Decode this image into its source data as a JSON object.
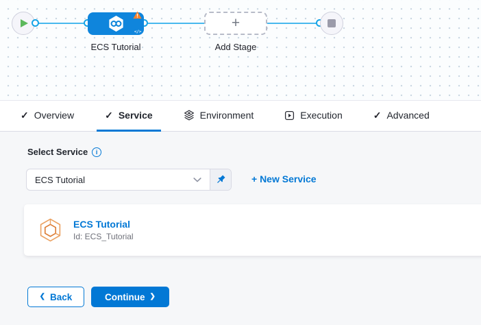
{
  "graph": {
    "stage_label": "ECS Tutorial",
    "add_stage_label": "Add Stage",
    "add_stage_plus": "+",
    "stage_code_icon": "</>"
  },
  "tabs": [
    {
      "label": "Overview",
      "icon": "check"
    },
    {
      "label": "Service",
      "icon": "check",
      "active": true
    },
    {
      "label": "Environment",
      "icon": "environment-layers"
    },
    {
      "label": "Execution",
      "icon": "play-square"
    },
    {
      "label": "Advanced",
      "icon": "check"
    }
  ],
  "tab_check_glyph": "✓",
  "service_panel": {
    "select_label": "Select Service",
    "info_glyph": "i",
    "dropdown_value": "ECS Tutorial",
    "new_service_label": "+ New Service",
    "card_title": "ECS Tutorial",
    "card_id": "Id: ECS_Tutorial"
  },
  "footer": {
    "back_chevron": "❮",
    "back_label": "Back",
    "continue_label": "Continue",
    "continue_chevron": "❯"
  },
  "colors": {
    "primary_blue": "#0278d5",
    "stage_node_blue": "#0f85dc",
    "edge_blue": "#48b8ee",
    "connector_blue": "#14a3e6",
    "warning_orange": "#ff832b",
    "start_green": "#5cb85c",
    "service_icon_orange": "#e0823c",
    "content_bg": "#f6f7f9"
  }
}
